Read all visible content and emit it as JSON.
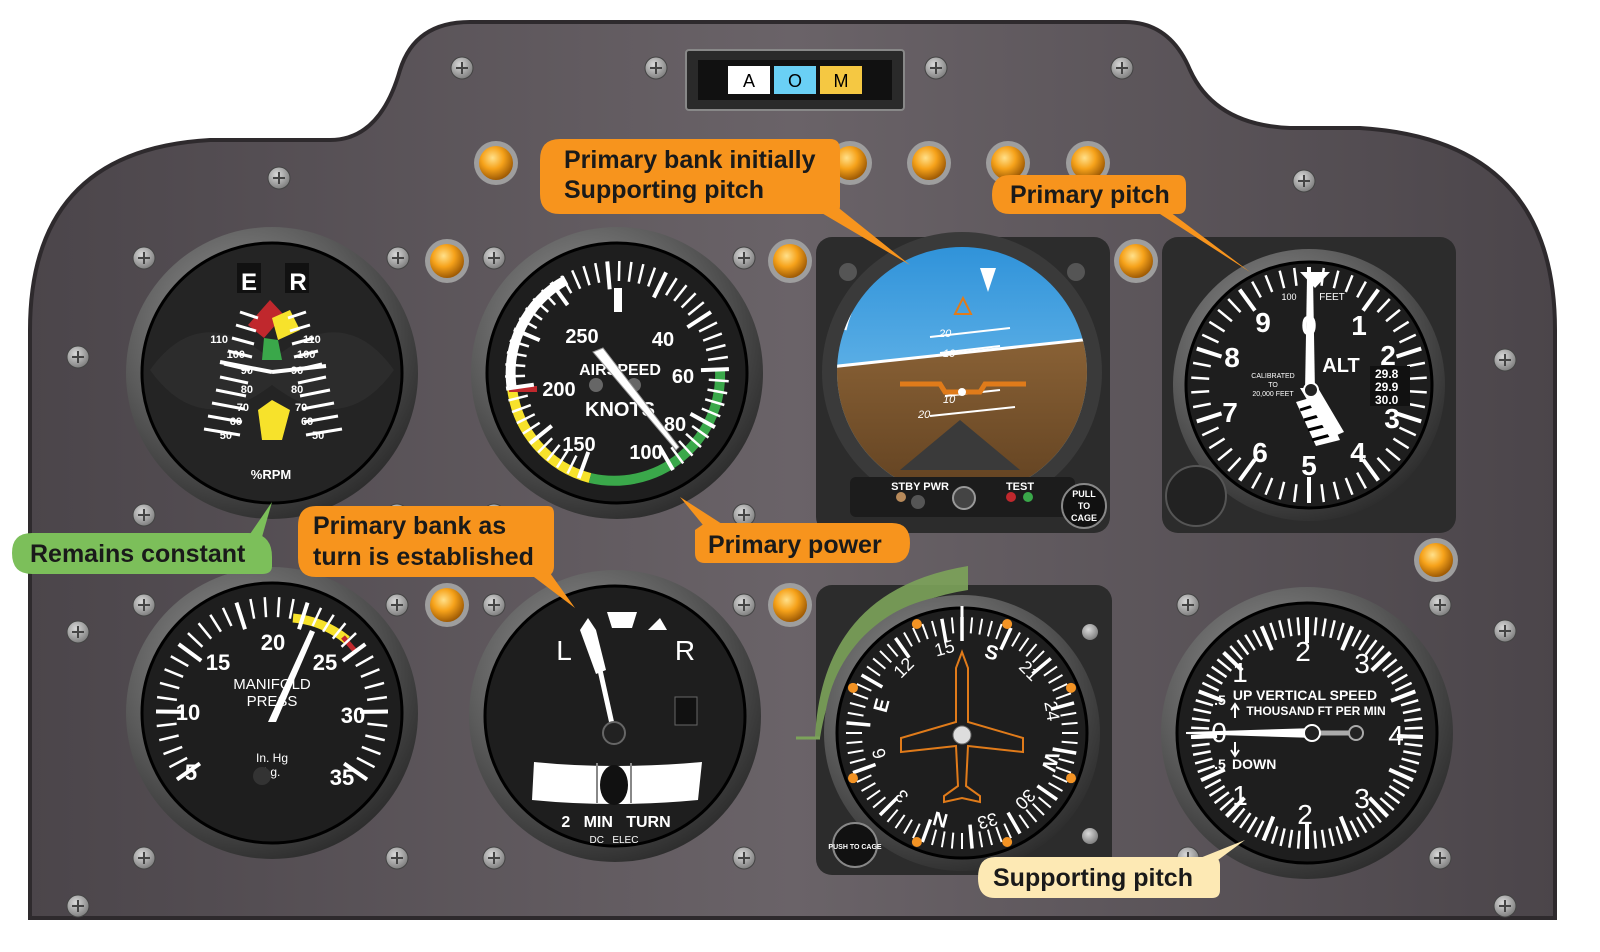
{
  "aom_indicator": {
    "labels": [
      "A",
      "O",
      "M"
    ],
    "colors": [
      "#ffffff",
      "#6ad0f5",
      "#f5c842"
    ]
  },
  "gauges": {
    "tachometer": {
      "engine_label": "E",
      "rotor_label": "R",
      "left_scale": [
        "110",
        "100",
        "90",
        "80",
        "70",
        "60",
        "50"
      ],
      "right_scale": [
        "110",
        "100",
        "90",
        "80",
        "70",
        "60",
        "50"
      ],
      "unit_label": "%RPM"
    },
    "airspeed": {
      "title_line1": "AIRSPEED",
      "title_line2": "KNOTS",
      "scale": [
        "250",
        "40",
        "60",
        "80",
        "100",
        "150",
        "200"
      ]
    },
    "attitude": {
      "pitch_labels": [
        "20",
        "10",
        "10",
        "20"
      ],
      "standby_label": "STBY PWR",
      "test_label": "TEST",
      "cage_knob": [
        "PULL",
        "TO",
        "CAGE"
      ]
    },
    "altimeter": {
      "digits": [
        "0",
        "1",
        "2",
        "3",
        "4",
        "5",
        "6",
        "7",
        "8",
        "9"
      ],
      "center_label": "ALT",
      "top_label": "FEET",
      "hundred_label": "100",
      "calibration_note": [
        "CALIBRATED",
        "TO",
        "20,000 FEET"
      ],
      "baro_window": [
        "29.8",
        "29.9",
        "30.0"
      ]
    },
    "manifold": {
      "title_line1": "MANIFOLD",
      "title_line2": "PRESS",
      "scale": [
        "5",
        "10",
        "15",
        "20",
        "25",
        "30",
        "35"
      ],
      "unit_line1": "In. Hg",
      "unit_line2": "Lg."
    },
    "turn_coordinator": {
      "left_label": "L",
      "right_label": "R",
      "bottom_line1": "2   MIN   TURN",
      "bottom_line2": "DC   ELEC"
    },
    "heading": {
      "cardinals": [
        "S",
        "W",
        "N",
        "E"
      ],
      "numbers": [
        "15",
        "21",
        "24",
        "30",
        "33",
        "3",
        "6",
        "12"
      ],
      "knob_label": "PUSH TO CAGE"
    },
    "vsi": {
      "title_line1": "UP VERTICAL SPEED",
      "title_line2": "THOUSAND FT PER MIN",
      "scale": [
        "0",
        ".5",
        "1",
        "2",
        "3",
        "4",
        "3",
        "2",
        "1",
        ".5"
      ],
      "down_label": "DOWN"
    }
  },
  "callouts": {
    "remains_constant": {
      "text": "Remains constant",
      "color": "#7cbf5a"
    },
    "primary_bank_initially": {
      "line1": "Primary bank initially",
      "line2": "Supporting pitch",
      "color": "#f7941d"
    },
    "primary_pitch": {
      "text": "Primary pitch",
      "color": "#f7941d"
    },
    "primary_power": {
      "text": "Primary power",
      "color": "#f7941d"
    },
    "primary_bank_turn": {
      "line1": "Primary bank as",
      "line2": "turn is established",
      "color": "#f7941d"
    },
    "supporting_pitch": {
      "text": "Supporting pitch",
      "color": "#fde9b4"
    }
  },
  "colors": {
    "panel": "#5b5459",
    "panel_edge": "#2e2a2d",
    "bezel": "#2b2b2b",
    "face": "#1e1e1e",
    "amber_light": "#f6a21a"
  }
}
